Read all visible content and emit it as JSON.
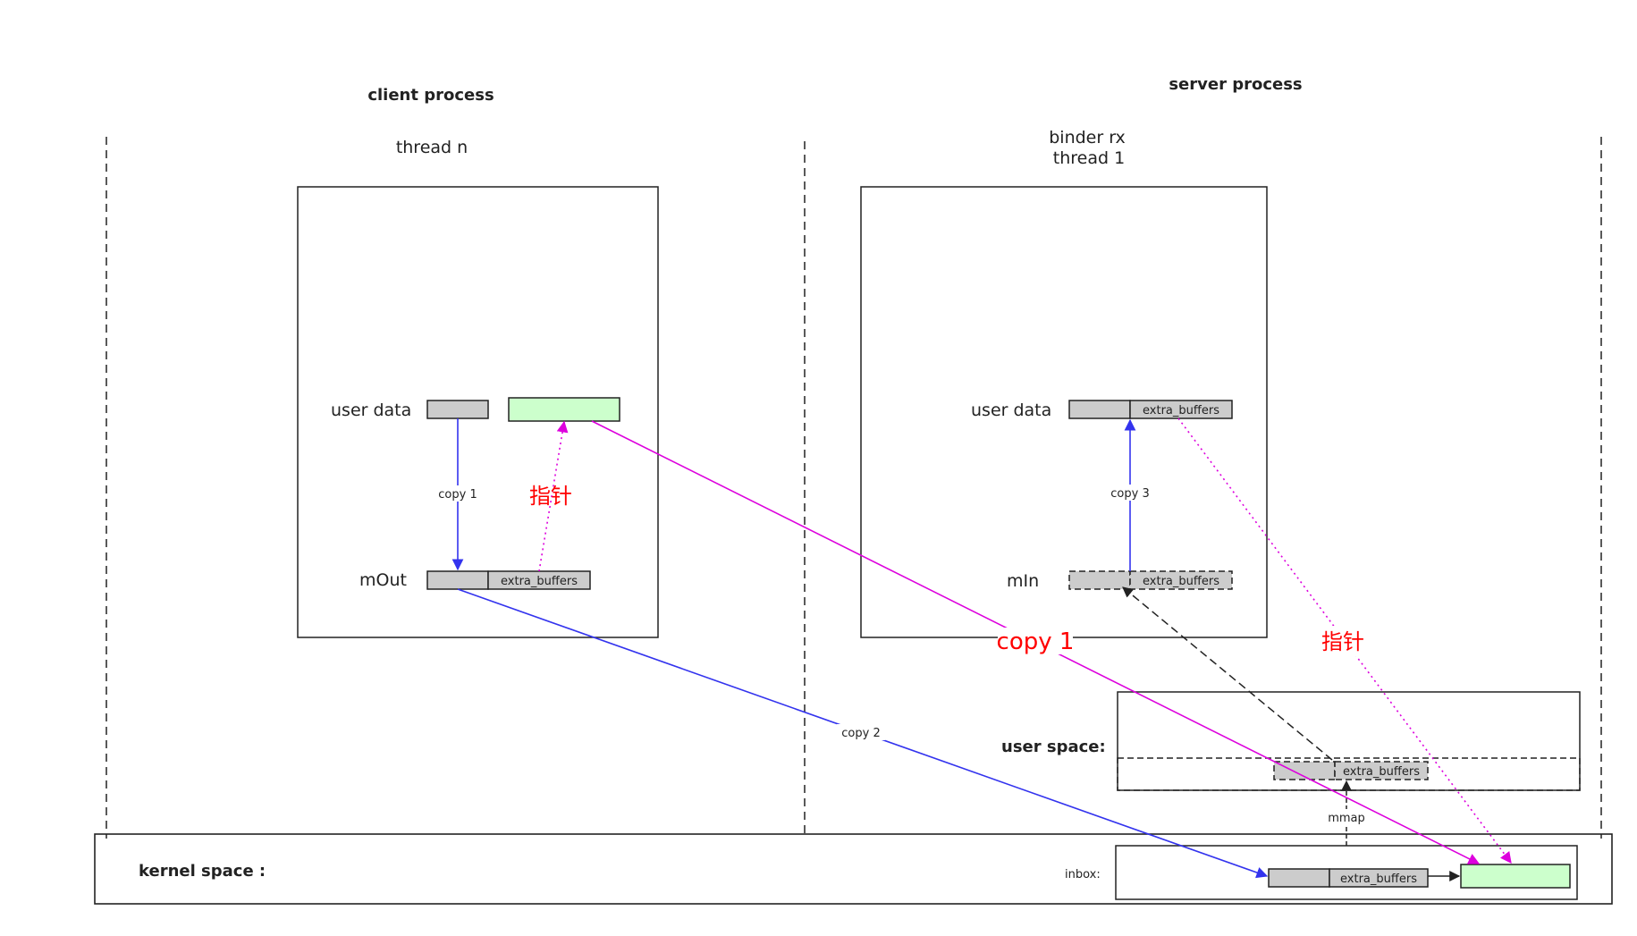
{
  "processes": {
    "client": "client process",
    "server": "server process"
  },
  "threads": {
    "client": "thread n",
    "server_line1": "binder rx",
    "server_line2": "thread 1"
  },
  "client_labels": {
    "user_data": "user data",
    "mout": "mOut",
    "extra_buffers": "extra_buffers",
    "copy1": "copy 1",
    "pointer": "指针"
  },
  "server_labels": {
    "user_data": "user data",
    "min": "mIn",
    "extra_buffers_top": "extra_buffers",
    "extra_buffers_min": "extra_buffers",
    "copy3": "copy 3",
    "pointer": "指针"
  },
  "cross_labels": {
    "copy1_big": "copy 1",
    "copy2": "copy 2",
    "mmap": "mmap"
  },
  "user_space": {
    "label": "user space:",
    "extra_buffers": "extra_buffers"
  },
  "kernel_space": {
    "label": "kernel space :",
    "inbox": "inbox:",
    "extra_buffers": "extra_buffers"
  },
  "colors": {
    "copy_arrow": "#3333ee",
    "pointer_arrow": "#dd00dd",
    "green_buffer": "#ccffcc",
    "gray_buffer": "#cccccc",
    "pointer_text": "#ff0000"
  }
}
